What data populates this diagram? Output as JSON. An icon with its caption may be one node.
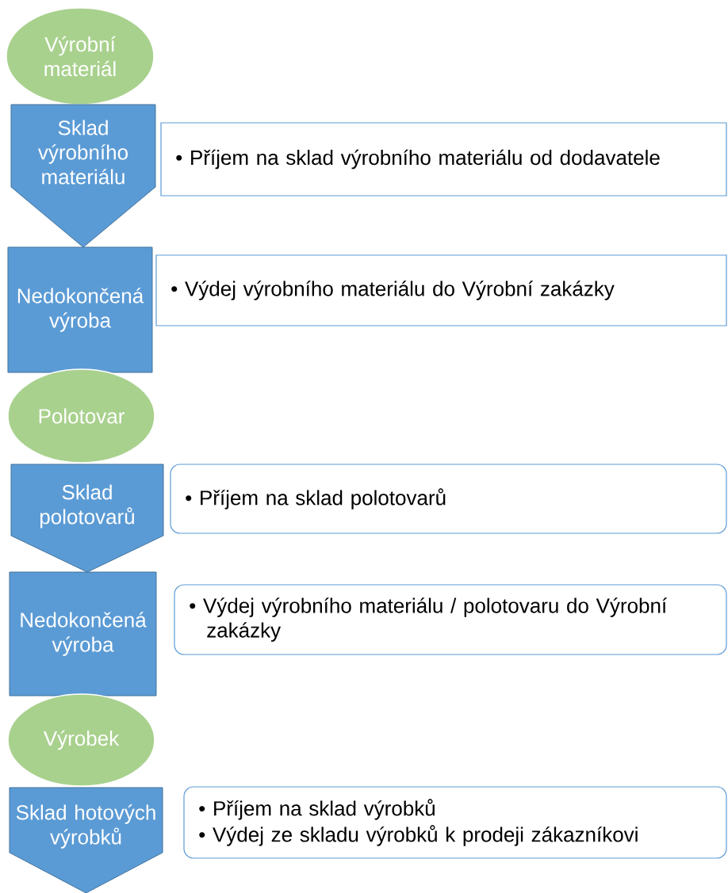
{
  "diagram": {
    "nodes": [
      {
        "text": [
          "Výrobní materiál"
        ]
      },
      {
        "text": [
          "Sklad výrobního materiálu"
        ]
      },
      {
        "text": [
          "• Příjem na sklad výrobního materiálu od dodavatele"
        ]
      },
      {
        "text": [
          "Nedokončená výroba"
        ]
      },
      {
        "text": [
          "• Výdej výrobního materiálu do Výrobní zakázky"
        ]
      },
      {
        "text": [
          "Polotovar"
        ]
      },
      {
        "text": [
          "Sklad polotovarů"
        ]
      },
      {
        "text": [
          "• Příjem na sklad polotovarů"
        ]
      },
      {
        "text": [
          "Nedokončená výroba"
        ]
      },
      {
        "text": [
          "• Výdej výrobního materiálu / polotovaru do Výrobní zakázky"
        ]
      },
      {
        "text": [
          "Výrobek"
        ]
      },
      {
        "text": [
          "Sklad hotových výrobků"
        ]
      },
      {
        "text": [
          "• Příjem na sklad výrobků",
          "• Výdej ze skladu výrobků k prodeji zákazníkovi"
        ]
      }
    ],
    "edges": []
  }
}
